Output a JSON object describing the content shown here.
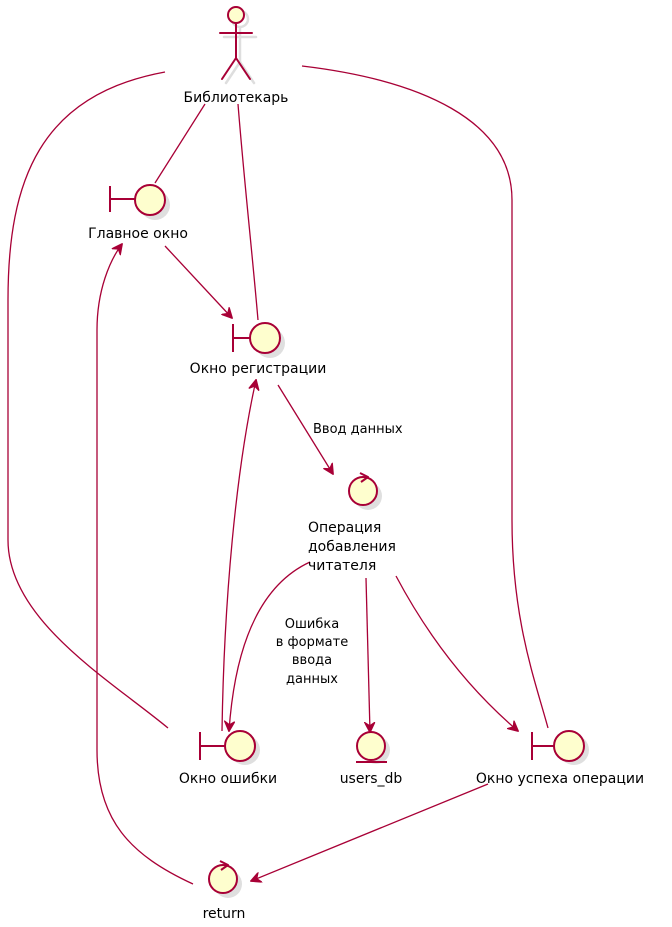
{
  "colors": {
    "line": "#A80036",
    "fill": "#FEFECE",
    "text": "#000000"
  },
  "actor": {
    "label": "Библиотекарь",
    "icon": "actor-icon"
  },
  "nodes": {
    "main_window": {
      "label": "Главное окно",
      "icon": "boundary-icon"
    },
    "registration_window": {
      "label": "Окно регистрации",
      "icon": "boundary-icon"
    },
    "add_reader_operation": {
      "label_lines": [
        "Операция",
        "добавления",
        "читателя"
      ],
      "icon": "control-icon"
    },
    "error_window": {
      "label": "Окно ошибки",
      "icon": "boundary-icon"
    },
    "users_db": {
      "label": "users_db",
      "icon": "entity-icon"
    },
    "success_window": {
      "label": "Окно успеха операции",
      "icon": "boundary-icon"
    },
    "return": {
      "label": "return",
      "icon": "control-icon"
    }
  },
  "edge_labels": {
    "data_input": "Ввод данных",
    "input_format_error": [
      "Ошибка",
      "в формате",
      "ввода",
      "данных"
    ]
  }
}
